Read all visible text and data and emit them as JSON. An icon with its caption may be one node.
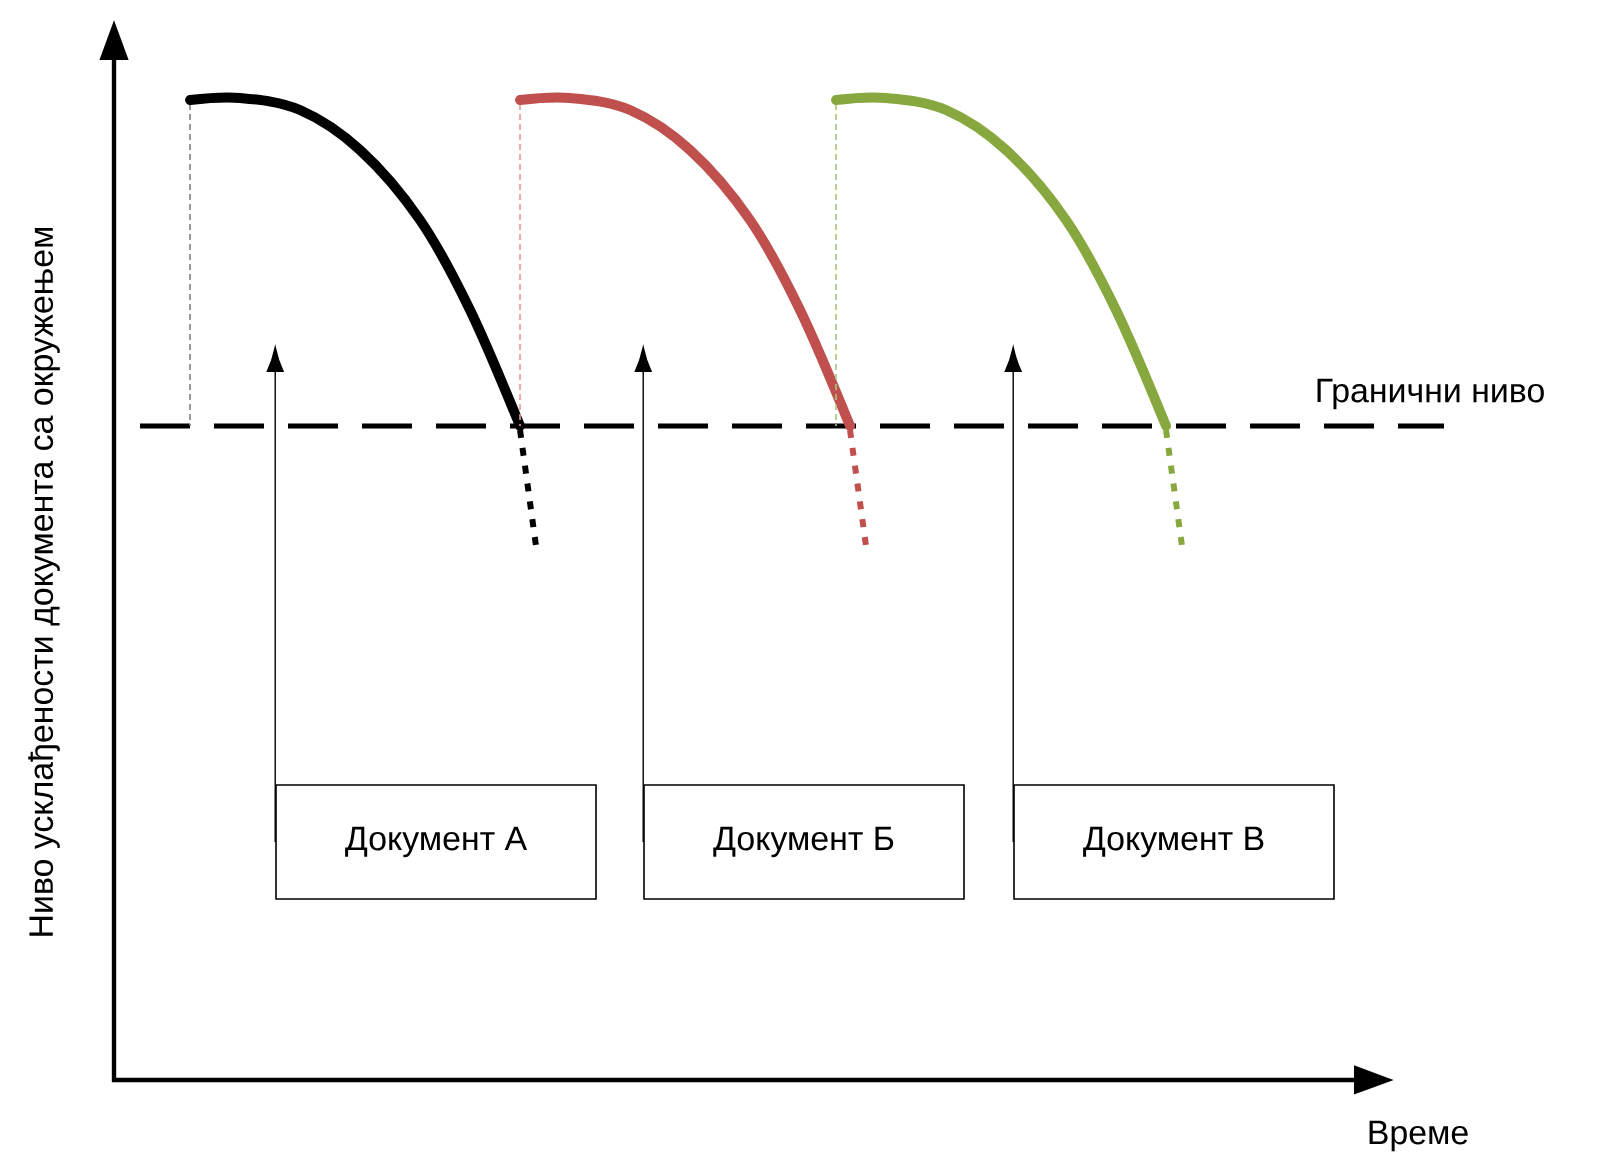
{
  "diagram": {
    "nodes": [
      {
        "text": [
          "Документ А"
        ]
      },
      {
        "text": [
          "Документ Б"
        ]
      },
      {
        "text": [
          "Документ В"
        ]
      }
    ],
    "edges": [
      {
        "from": 0,
        "to": null,
        "arrow": "to"
      },
      {
        "from": 1,
        "to": null,
        "arrow": "to"
      },
      {
        "from": 2,
        "to": null,
        "arrow": "to"
      }
    ],
    "labels": [
      "Ниво усклађености документа са окружењем",
      "Гранични ниво",
      "Време"
    ]
  }
}
